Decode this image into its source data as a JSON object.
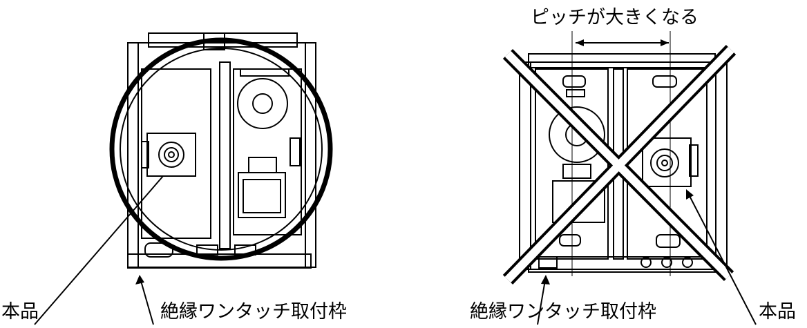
{
  "labels": {
    "left_product": "本品",
    "left_frame": "絶縁ワンタッチ取付枠",
    "right_frame": "絶縁ワンタッチ取付枠",
    "right_product": "本品",
    "pitch_note": "ピッチが大きくなる"
  },
  "verdicts": {
    "left": "correct-circle",
    "right": "incorrect-cross"
  },
  "colors": {
    "line": "#000000",
    "background": "#ffffff"
  }
}
